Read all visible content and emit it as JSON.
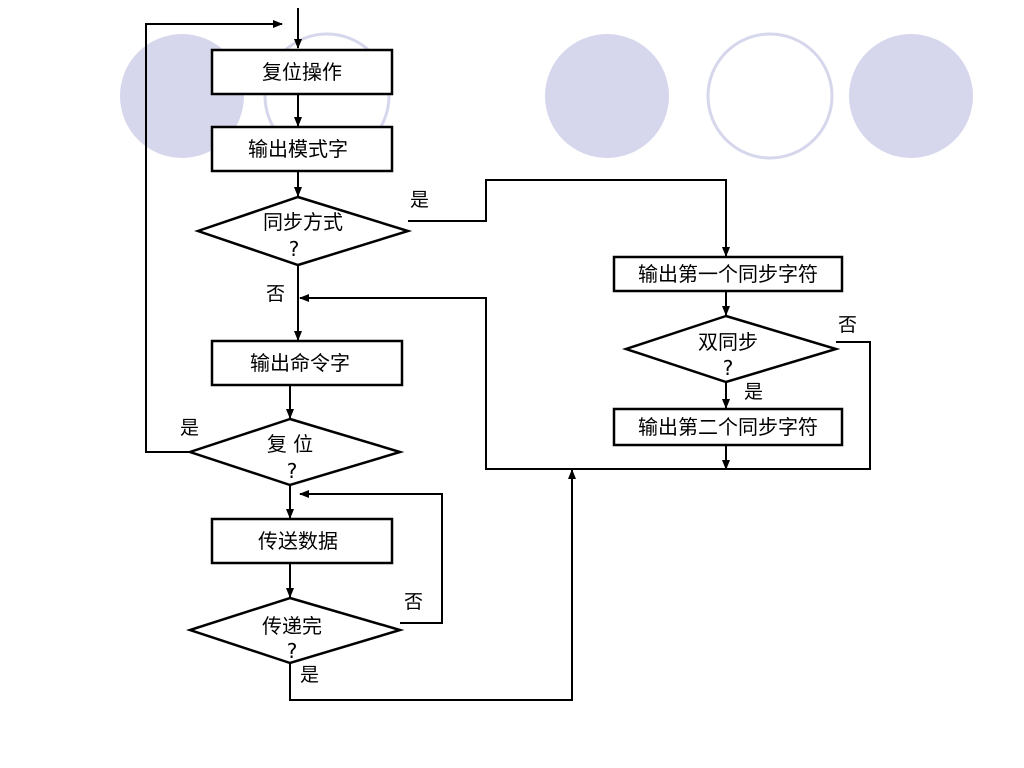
{
  "nodes": {
    "reset_op": "复位操作",
    "out_mode": "输出模式字",
    "sync_q": "同步方式",
    "out_cmd": "输出命令字",
    "reset_q": "复 位",
    "transfer": "传送数据",
    "done_q": "传递完",
    "out_sync1": "输出第一个同步字符",
    "double_q": "双同步",
    "out_sync2": "输出第二个同步字符"
  },
  "question_mark": "?",
  "edges": {
    "sync_yes": "是",
    "sync_no": "否",
    "reset_yes": "是",
    "done_no": "否",
    "done_yes": "是",
    "double_no": "否",
    "double_yes": "是"
  },
  "colors": {
    "deco_fill": "#d6d6ec",
    "deco_stroke": "#d6d6ec",
    "line": "#000000"
  }
}
